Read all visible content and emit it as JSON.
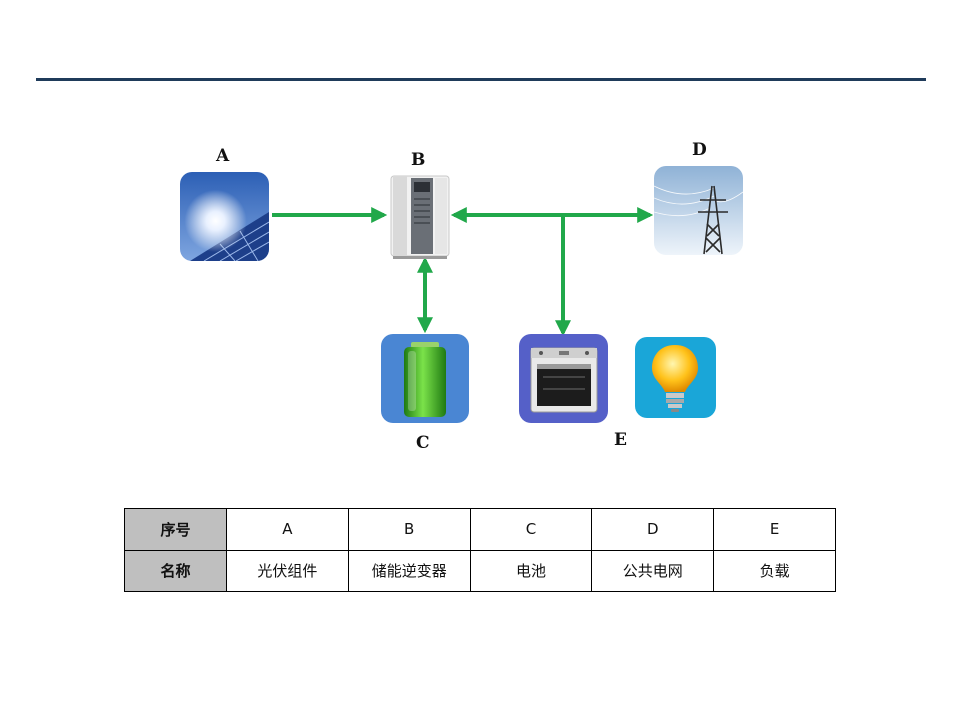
{
  "nodes": {
    "a": {
      "label": "A",
      "icon": "solar-panel-icon"
    },
    "b": {
      "label": "B",
      "icon": "inverter-icon"
    },
    "c": {
      "label": "C",
      "icon": "battery-icon"
    },
    "d": {
      "label": "D",
      "icon": "power-grid-tower-icon"
    },
    "e": {
      "label": "E",
      "icons": [
        "oven-icon",
        "light-bulb-icon"
      ]
    }
  },
  "arrow_color": "#21a84a",
  "table": {
    "row1": {
      "header": "序号",
      "cells": [
        "A",
        "B",
        "C",
        "D",
        "E"
      ]
    },
    "row2": {
      "header": "名称",
      "cells": [
        "光伏组件",
        "储能逆变器",
        "电池",
        "公共电网",
        "负载"
      ]
    }
  }
}
